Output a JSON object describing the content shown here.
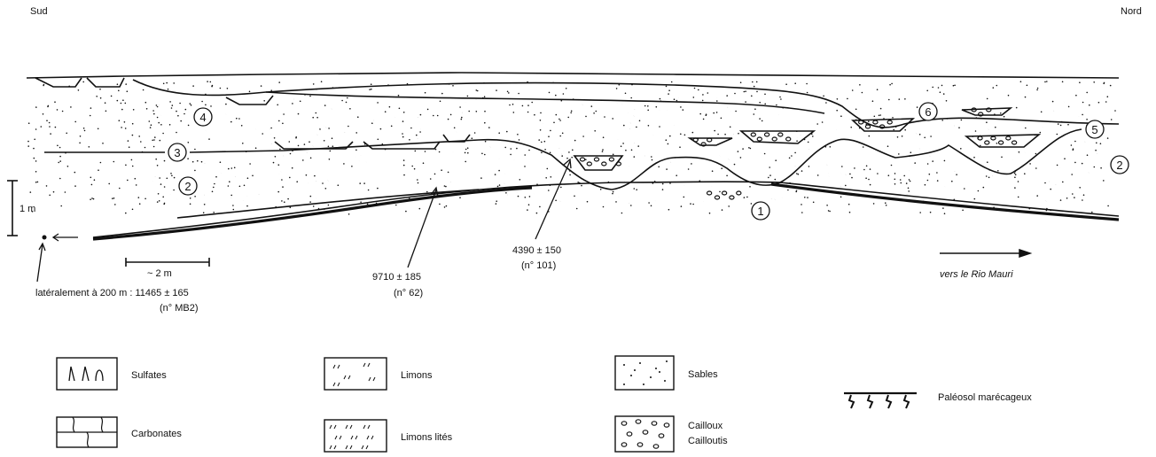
{
  "orientation": {
    "left": "Sud",
    "right": "Nord"
  },
  "scale": {
    "vertical": "1 m",
    "horizontal": "~ 2 m"
  },
  "units": [
    {
      "id": "1",
      "label": "1"
    },
    {
      "id": "2",
      "label": "2"
    },
    {
      "id": "3",
      "label": "3"
    },
    {
      "id": "4",
      "label": "4"
    },
    {
      "id": "5",
      "label": "5"
    },
    {
      "id": "6",
      "label": "6"
    }
  ],
  "datings": {
    "lateral": {
      "line1": "latéralement à 200 m : 11465 ± 165",
      "line2": "(n° MB2)"
    },
    "d62": {
      "value": "9710 ± 185",
      "sample": "(n° 62)"
    },
    "d101": {
      "value": "4390 ± 150",
      "sample": "(n° 101)"
    }
  },
  "direction": "vers le Rio Mauri",
  "legend": {
    "sulfates": "Sulfates",
    "carbonates": "Carbonates",
    "limons": "Limons",
    "limons_lites": "Limons lités",
    "sables": "Sables",
    "cailloux": "Cailloux",
    "cailloutis": "Cailloutis",
    "paleosol": "Paléosol marécageux"
  },
  "colors": {
    "ink": "#111111",
    "paper": "#ffffff"
  }
}
